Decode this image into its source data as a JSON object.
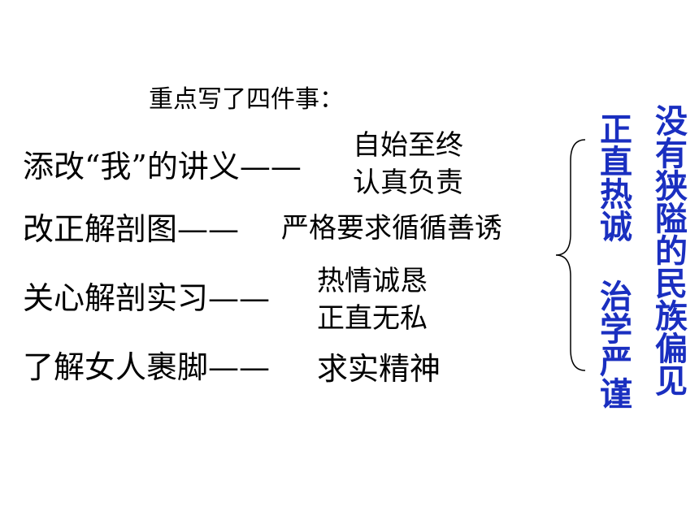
{
  "heading": "重点写了四件事：",
  "events": [
    {
      "text": "添改“我”的讲义——",
      "qualities": [
        "自始至终",
        "认真负责"
      ]
    },
    {
      "text": "改正解剖图——",
      "qualities": [
        "严格要求循循善诱"
      ]
    },
    {
      "text": "关心解剖实习——",
      "qualities": [
        "热情诚恳",
        "正直无私"
      ]
    },
    {
      "text": "了解女人裹脚——",
      "qualities": [
        "求实精神"
      ]
    }
  ],
  "summary_columns": [
    {
      "text": "正直热诚  治学严谨",
      "color": "#1a2fc0"
    },
    {
      "text": "没有狭隘的民族偏见",
      "color": "#1a2fc0"
    }
  ]
}
